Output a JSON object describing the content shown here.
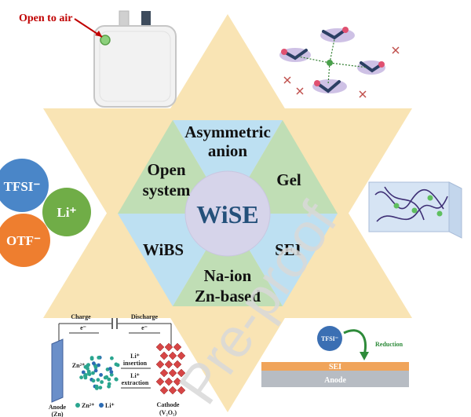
{
  "center_label": "WiSE",
  "segments": {
    "top": [
      "Asymmetric",
      "anion"
    ],
    "upper_left": [
      "Open",
      "system"
    ],
    "upper_right": [
      "Gel"
    ],
    "lower_left": [
      "WiBS"
    ],
    "lower_right": [
      "SEI"
    ],
    "bottom": [
      "Na-ion",
      "Zn-based"
    ]
  },
  "battery_panel": {
    "label": "Open to air"
  },
  "anions_panel": {
    "tfsi": "TFSI⁻",
    "li": "Li⁺",
    "otf": "OTF⁻"
  },
  "sei_panel": {
    "ion": "TFSI⁻",
    "reaction": "Reduction",
    "layer": "SEI",
    "base": "Anode"
  },
  "znion_panel": {
    "charge": "Charge",
    "discharge": "Discharge",
    "electron": "e⁻",
    "zn": "Zn²⁺",
    "li_insertion_ion": "Li⁺",
    "insertion": "insertion",
    "li_extraction_ion": "Li⁺",
    "extraction": "extraction",
    "anode": "Anode",
    "anode_sub": "(Zn)",
    "cathode": "Cathode",
    "cathode_sub": "(V₂O₅)",
    "legend_zn": "Zn²⁺",
    "legend_li": "Li⁺"
  },
  "watermark": "Pre-proof",
  "colors": {
    "star": "#f9e4b4",
    "blue_segment": "#bde0f2",
    "green_segment": "#c0deb5",
    "center_circle": "#d6d4ea",
    "tfsi": "#4a86c8",
    "li": "#70ad47",
    "otf": "#ee7e2f",
    "sei_layer": "#f0a45a",
    "anode_layer": "#b7bcc3"
  }
}
